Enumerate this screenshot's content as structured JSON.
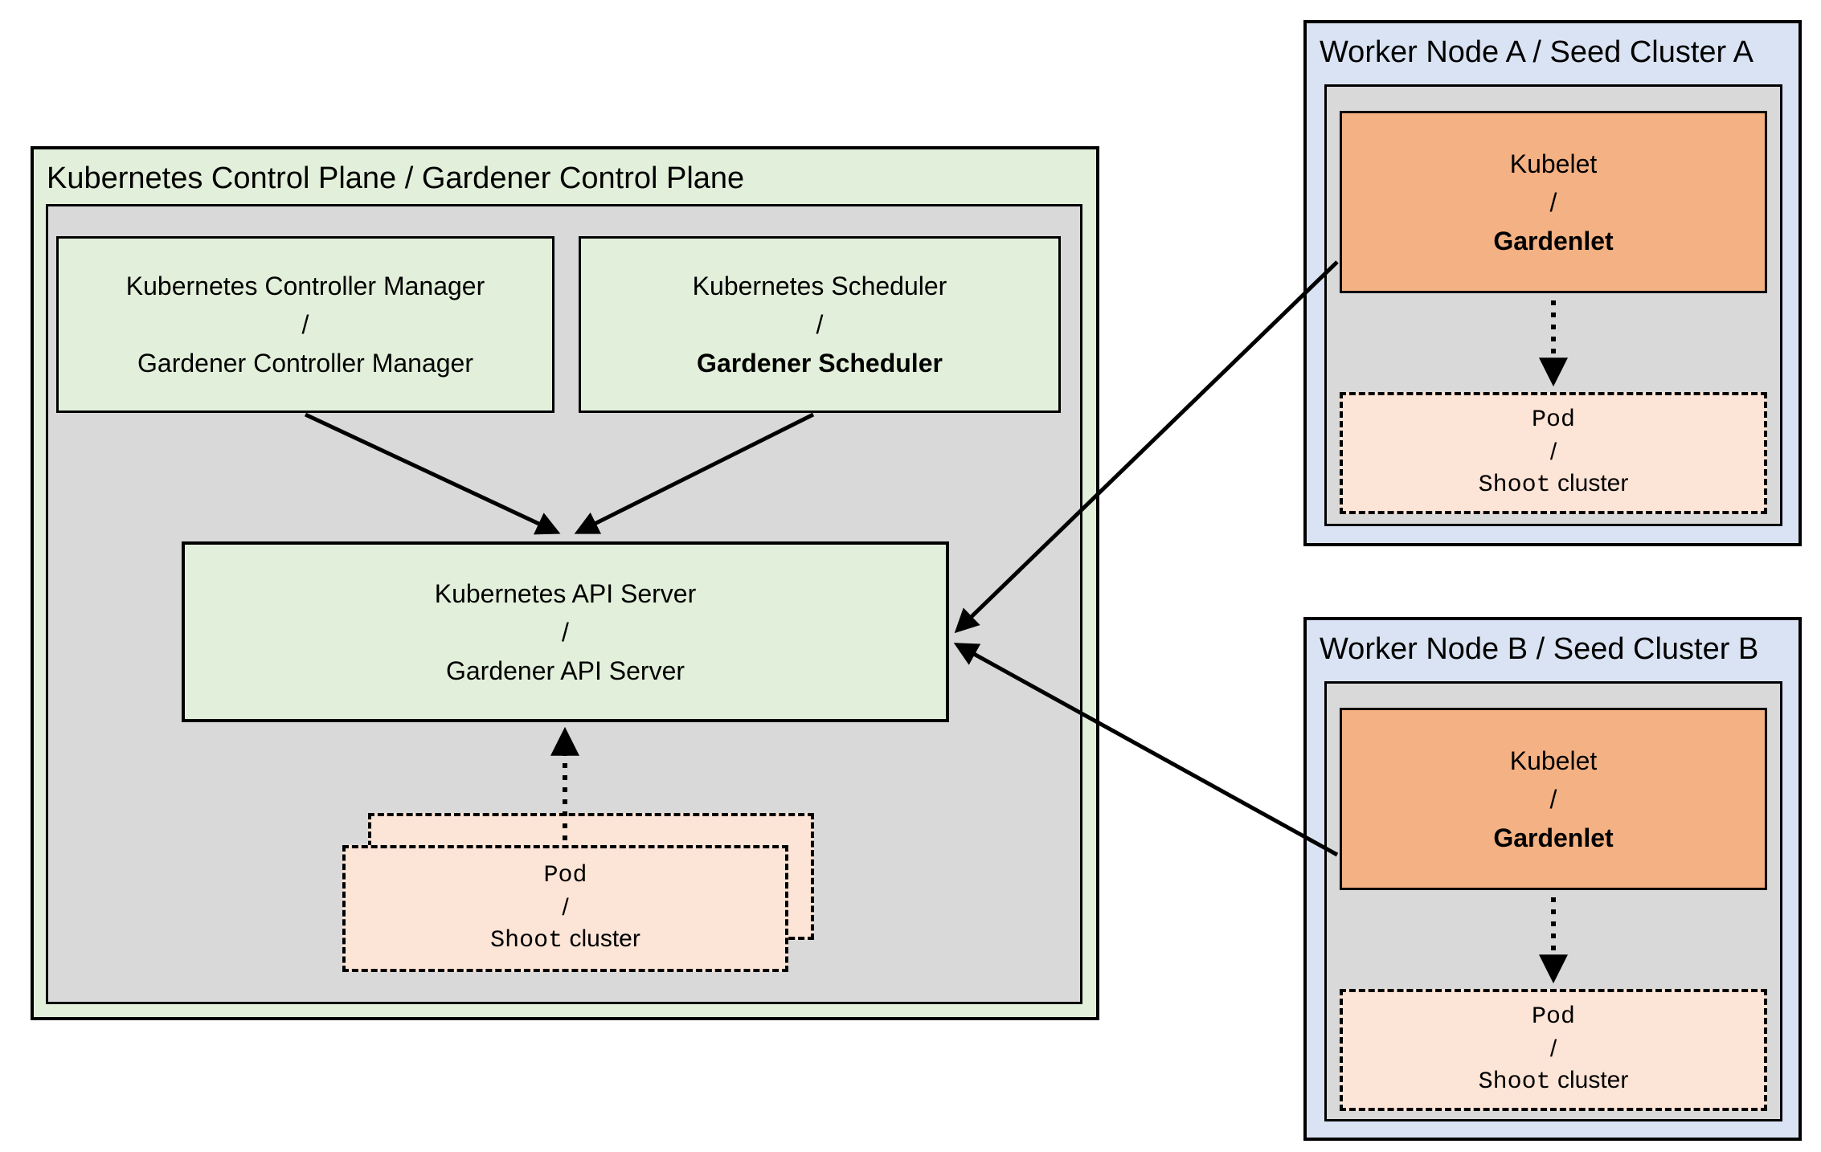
{
  "control_plane": {
    "title": "Kubernetes Control Plane / Gardener Control Plane",
    "controller_manager": {
      "line1": "Kubernetes Controller Manager",
      "separator": "/",
      "line2": "Gardener Controller Manager"
    },
    "scheduler": {
      "line1": "Kubernetes Scheduler",
      "separator": "/",
      "line2": "Gardener Scheduler"
    },
    "api_server": {
      "line1": "Kubernetes API Server",
      "separator": "/",
      "line2": "Gardener API Server"
    },
    "pod_stack": {
      "line1": "Pod",
      "separator": "/",
      "line2_mono": "Shoot",
      "line2_plain": "cluster"
    }
  },
  "worker_node_a": {
    "title": "Worker Node A / Seed Cluster A",
    "kubelet": {
      "line1": "Kubelet",
      "separator": "/",
      "line2": "Gardenlet"
    },
    "pod": {
      "line1": "Pod",
      "separator": "/",
      "line2_mono": "Shoot",
      "line2_plain": "cluster"
    }
  },
  "worker_node_b": {
    "title": "Worker Node B / Seed Cluster B",
    "kubelet": {
      "line1": "Kubelet",
      "separator": "/",
      "line2": "Gardenlet"
    },
    "pod": {
      "line1": "Pod",
      "separator": "/",
      "line2_mono": "Shoot",
      "line2_plain": "cluster"
    }
  },
  "colors": {
    "green": "#e2efda",
    "gray": "#d9d9d9",
    "blue": "#dae3f3",
    "orange": "#f4b183",
    "peach": "#fce4d6",
    "border": "#000000"
  }
}
